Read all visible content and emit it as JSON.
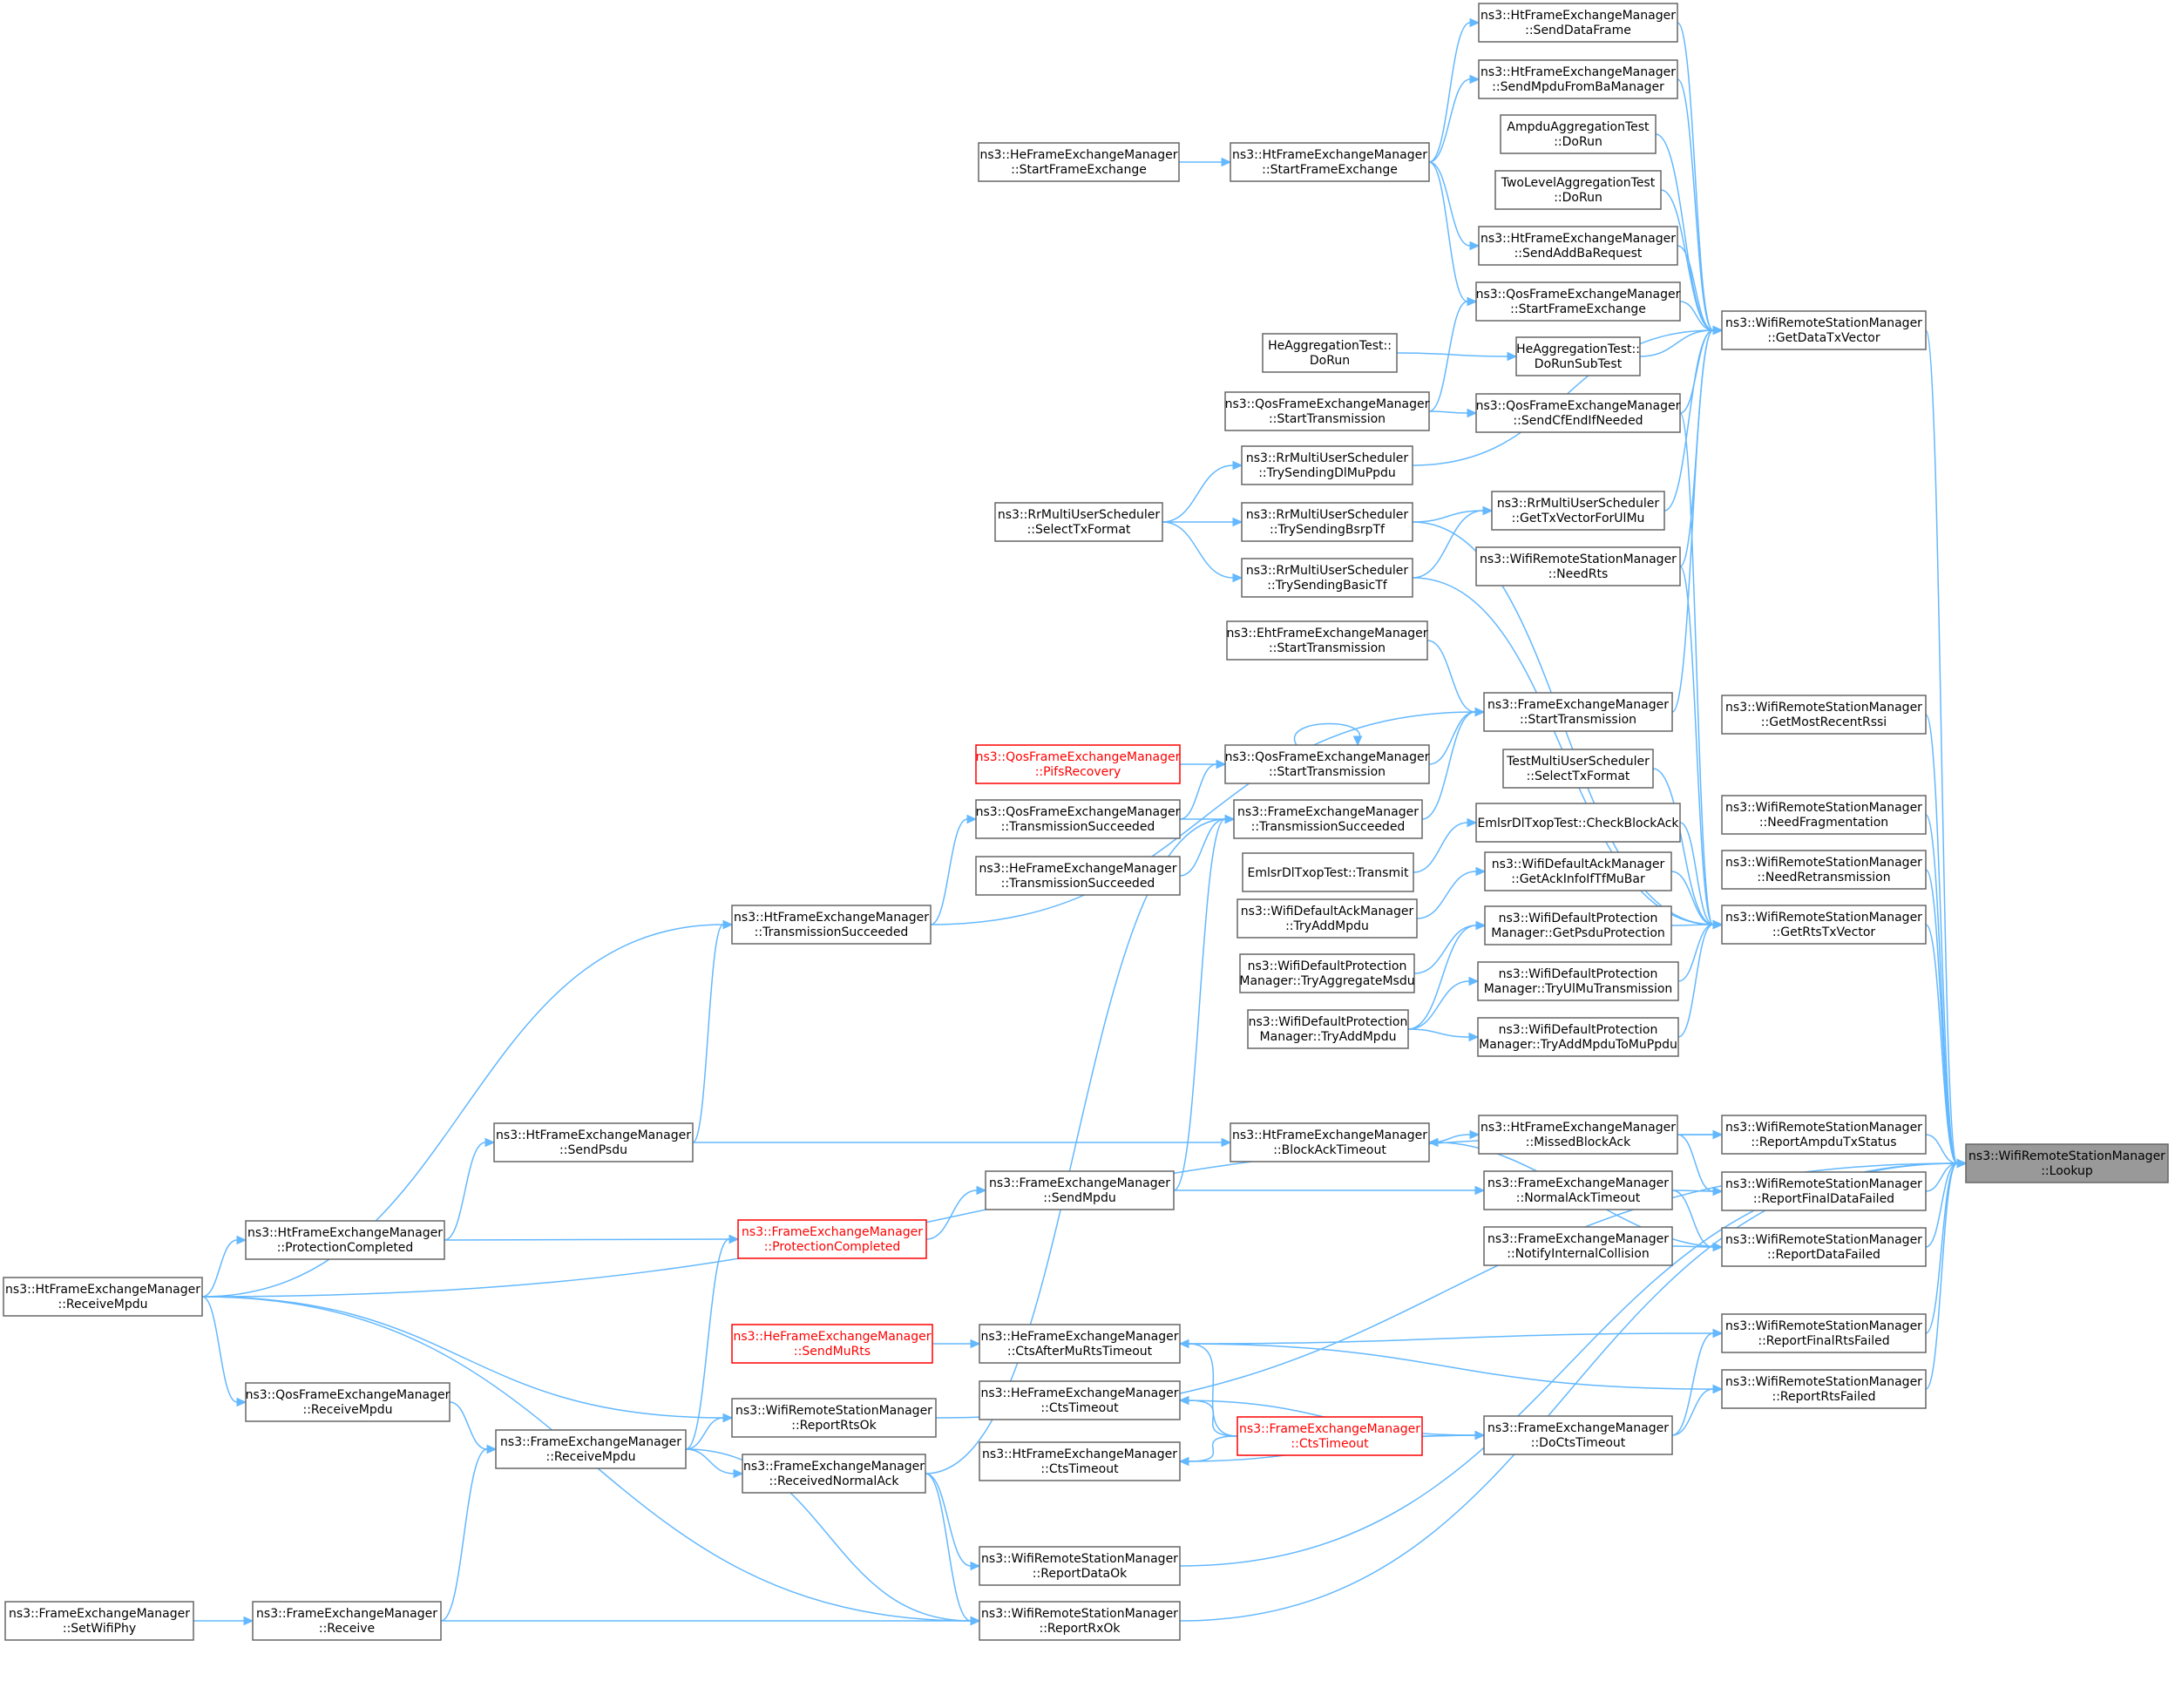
{
  "graph": {
    "nodes": [
      {
        "id": "lookup",
        "lines": [
          "ns3::WifiRemoteStationManager",
          "::Lookup"
        ],
        "style": "root"
      },
      {
        "id": "getDataTxVector",
        "lines": [
          "ns3::WifiRemoteStationManager",
          "::GetDataTxVector"
        ]
      },
      {
        "id": "getMostRecentRssi",
        "lines": [
          "ns3::WifiRemoteStationManager",
          "::GetMostRecentRssi"
        ]
      },
      {
        "id": "needFragmentation",
        "lines": [
          "ns3::WifiRemoteStationManager",
          "::NeedFragmentation"
        ]
      },
      {
        "id": "needRetransmission",
        "lines": [
          "ns3::WifiRemoteStationManager",
          "::NeedRetransmission"
        ]
      },
      {
        "id": "getRtsTxVector",
        "lines": [
          "ns3::WifiRemoteStationManager",
          "::GetRtsTxVector"
        ]
      },
      {
        "id": "reportAmpduTxStatus",
        "lines": [
          "ns3::WifiRemoteStationManager",
          "::ReportAmpduTxStatus"
        ]
      },
      {
        "id": "reportFinalDataFailed",
        "lines": [
          "ns3::WifiRemoteStationManager",
          "::ReportFinalDataFailed"
        ]
      },
      {
        "id": "reportDataFailed",
        "lines": [
          "ns3::WifiRemoteStationManager",
          "::ReportDataFailed"
        ]
      },
      {
        "id": "reportFinalRtsFailed",
        "lines": [
          "ns3::WifiRemoteStationManager",
          "::ReportFinalRtsFailed"
        ]
      },
      {
        "id": "reportRtsFailed",
        "lines": [
          "ns3::WifiRemoteStationManager",
          "::ReportRtsFailed"
        ]
      },
      {
        "id": "htSendDataFrame",
        "lines": [
          "ns3::HtFrameExchangeManager",
          "::SendDataFrame"
        ]
      },
      {
        "id": "htSendMpduFromBa",
        "lines": [
          "ns3::HtFrameExchangeManager",
          "::SendMpduFromBaManager"
        ]
      },
      {
        "id": "ampduAggTest",
        "lines": [
          "AmpduAggregationTest",
          "::DoRun"
        ]
      },
      {
        "id": "twoLevelAggTest",
        "lines": [
          "TwoLevelAggregationTest",
          "::DoRun"
        ]
      },
      {
        "id": "htSendAddBa",
        "lines": [
          "ns3::HtFrameExchangeManager",
          "::SendAddBaRequest"
        ]
      },
      {
        "id": "qosStartFrameExchange",
        "lines": [
          "ns3::QosFrameExchangeManager",
          "::StartFrameExchange"
        ]
      },
      {
        "id": "heAggDoRunSubTest",
        "lines": [
          "HeAggregationTest::",
          "DoRunSubTest"
        ]
      },
      {
        "id": "qosSendCfEnd",
        "lines": [
          "ns3::QosFrameExchangeManager",
          "::SendCfEndIfNeeded"
        ]
      },
      {
        "id": "rrGetTxVectorForUlMu",
        "lines": [
          "ns3::RrMultiUserScheduler",
          "::GetTxVectorForUlMu"
        ]
      },
      {
        "id": "needRts",
        "lines": [
          "ns3::WifiRemoteStationManager",
          "::NeedRts"
        ]
      },
      {
        "id": "feStartTransmission",
        "lines": [
          "ns3::FrameExchangeManager",
          "::StartTransmission"
        ]
      },
      {
        "id": "testMuSelectTxFormat",
        "lines": [
          "TestMultiUserScheduler",
          "::SelectTxFormat"
        ]
      },
      {
        "id": "emlsrCheckBlockAck",
        "lines": [
          "EmlsrDlTxopTest::CheckBlockAck"
        ]
      },
      {
        "id": "ackGetAckInfo",
        "lines": [
          "ns3::WifiDefaultAckManager",
          "::GetAckInfoIfTfMuBar"
        ]
      },
      {
        "id": "protGetPsduProt",
        "lines": [
          "ns3::WifiDefaultProtection",
          "Manager::GetPsduProtection"
        ]
      },
      {
        "id": "protTryUlMu",
        "lines": [
          "ns3::WifiDefaultProtection",
          "Manager::TryUlMuTransmission"
        ]
      },
      {
        "id": "protTryAddMpduToMu",
        "lines": [
          "ns3::WifiDefaultProtection",
          "Manager::TryAddMpduToMuPpdu"
        ]
      },
      {
        "id": "htMissedBlockAck",
        "lines": [
          "ns3::HtFrameExchangeManager",
          "::MissedBlockAck"
        ]
      },
      {
        "id": "feNormalAckTimeout",
        "lines": [
          "ns3::FrameExchangeManager",
          "::NormalAckTimeout"
        ]
      },
      {
        "id": "feNotifyInternalCollision",
        "lines": [
          "ns3::FrameExchangeManager",
          "::NotifyInternalCollision"
        ]
      },
      {
        "id": "feDoCtsTimeout",
        "lines": [
          "ns3::FrameExchangeManager",
          "::DoCtsTimeout"
        ]
      },
      {
        "id": "htStartFrameExchange",
        "lines": [
          "ns3::HtFrameExchangeManager",
          "::StartFrameExchange"
        ]
      },
      {
        "id": "heAggDoRun",
        "lines": [
          "HeAggregationTest::",
          "DoRun"
        ]
      },
      {
        "id": "qosStartTransmissionA",
        "lines": [
          "ns3::QosFrameExchangeManager",
          "::StartTransmission"
        ]
      },
      {
        "id": "rrTrySendingDlMu",
        "lines": [
          "ns3::RrMultiUserScheduler",
          "::TrySendingDlMuPpdu"
        ]
      },
      {
        "id": "rrTrySendingBsrp",
        "lines": [
          "ns3::RrMultiUserScheduler",
          "::TrySendingBsrpTf"
        ]
      },
      {
        "id": "rrTrySendingBasic",
        "lines": [
          "ns3::RrMultiUserScheduler",
          "::TrySendingBasicTf"
        ]
      },
      {
        "id": "ehtStartTransmission",
        "lines": [
          "ns3::EhtFrameExchangeManager",
          "::StartTransmission"
        ]
      },
      {
        "id": "qosStartTransmissionB",
        "lines": [
          "ns3::QosFrameExchangeManager",
          "::StartTransmission"
        ]
      },
      {
        "id": "feTransmissionSucceeded",
        "lines": [
          "ns3::FrameExchangeManager",
          "::TransmissionSucceeded"
        ]
      },
      {
        "id": "emlsrTransmit",
        "lines": [
          "EmlsrDlTxopTest::Transmit"
        ]
      },
      {
        "id": "ackTryAddMpdu",
        "lines": [
          "ns3::WifiDefaultAckManager",
          "::TryAddMpdu"
        ]
      },
      {
        "id": "protTryAggMsdu",
        "lines": [
          "ns3::WifiDefaultProtection",
          "Manager::TryAggregateMsdu"
        ]
      },
      {
        "id": "protTryAddMpdu",
        "lines": [
          "ns3::WifiDefaultProtection",
          "Manager::TryAddMpdu"
        ]
      },
      {
        "id": "htBlockAckTimeout",
        "lines": [
          "ns3::HtFrameExchangeManager",
          "::BlockAckTimeout"
        ]
      },
      {
        "id": "heCtsAfterMuRts",
        "lines": [
          "ns3::HeFrameExchangeManager",
          "::CtsAfterMuRtsTimeout"
        ]
      },
      {
        "id": "heCtsTimeout",
        "lines": [
          "ns3::HeFrameExchangeManager",
          "::CtsTimeout"
        ]
      },
      {
        "id": "feCtsTimeout",
        "lines": [
          "ns3::FrameExchangeManager",
          "::CtsTimeout"
        ],
        "style": "red"
      },
      {
        "id": "htCtsTimeout",
        "lines": [
          "ns3::HtFrameExchangeManager",
          "::CtsTimeout"
        ]
      },
      {
        "id": "heStartFrameExchange",
        "lines": [
          "ns3::HeFrameExchangeManager",
          "::StartFrameExchange"
        ]
      },
      {
        "id": "rrSelectTxFormat",
        "lines": [
          "ns3::RrMultiUserScheduler",
          "::SelectTxFormat"
        ]
      },
      {
        "id": "qosPifsRecovery",
        "lines": [
          "ns3::QosFrameExchangeManager",
          "::PifsRecovery"
        ],
        "style": "red"
      },
      {
        "id": "qosTransmissionSucceeded",
        "lines": [
          "ns3::QosFrameExchangeManager",
          "::TransmissionSucceeded"
        ]
      },
      {
        "id": "heTransmissionSucceeded",
        "lines": [
          "ns3::HeFrameExchangeManager",
          "::TransmissionSucceeded"
        ]
      },
      {
        "id": "htTransmissionSucceeded",
        "lines": [
          "ns3::HtFrameExchangeManager",
          "::TransmissionSucceeded"
        ]
      },
      {
        "id": "feSendMpdu",
        "lines": [
          "ns3::FrameExchangeManager",
          "::SendMpdu"
        ]
      },
      {
        "id": "feProtectionCompleted",
        "lines": [
          "ns3::FrameExchangeManager",
          "::ProtectionCompleted"
        ],
        "style": "red"
      },
      {
        "id": "heSendMuRts",
        "lines": [
          "ns3::HeFrameExchangeManager",
          "::SendMuRts"
        ],
        "style": "red"
      },
      {
        "id": "reportRtsOk",
        "lines": [
          "ns3::WifiRemoteStationManager",
          "::ReportRtsOk"
        ]
      },
      {
        "id": "feReceivedNormalAck",
        "lines": [
          "ns3::FrameExchangeManager",
          "::ReceivedNormalAck"
        ]
      },
      {
        "id": "reportDataOk",
        "lines": [
          "ns3::WifiRemoteStationManager",
          "::ReportDataOk"
        ]
      },
      {
        "id": "reportRxOk",
        "lines": [
          "ns3::WifiRemoteStationManager",
          "::ReportRxOk"
        ]
      },
      {
        "id": "htSendPsdu",
        "lines": [
          "ns3::HtFrameExchangeManager",
          "::SendPsdu"
        ]
      },
      {
        "id": "htProtectionCompleted",
        "lines": [
          "ns3::HtFrameExchangeManager",
          "::ProtectionCompleted"
        ]
      },
      {
        "id": "qosReceiveMpdu",
        "lines": [
          "ns3::QosFrameExchangeManager",
          "::ReceiveMpdu"
        ]
      },
      {
        "id": "feReceiveMpdu",
        "lines": [
          "ns3::FrameExchangeManager",
          "::ReceiveMpdu"
        ]
      },
      {
        "id": "feReceive",
        "lines": [
          "ns3::FrameExchangeManager",
          "::Receive"
        ]
      },
      {
        "id": "htReceiveMpdu",
        "lines": [
          "ns3::HtFrameExchangeManager",
          "::ReceiveMpdu"
        ]
      },
      {
        "id": "feSetWifiPhy",
        "lines": [
          "ns3::FrameExchangeManager",
          "::SetWifiPhy"
        ]
      }
    ],
    "edges": [
      [
        "getDataTxVector",
        "lookup"
      ],
      [
        "getMostRecentRssi",
        "lookup"
      ],
      [
        "needFragmentation",
        "lookup"
      ],
      [
        "needRetransmission",
        "lookup"
      ],
      [
        "getRtsTxVector",
        "lookup"
      ],
      [
        "reportAmpduTxStatus",
        "lookup"
      ],
      [
        "reportFinalDataFailed",
        "lookup"
      ],
      [
        "reportDataFailed",
        "lookup"
      ],
      [
        "reportFinalRtsFailed",
        "lookup"
      ],
      [
        "reportRtsFailed",
        "lookup"
      ],
      [
        "reportRtsOk",
        "lookup"
      ],
      [
        "reportDataOk",
        "lookup"
      ],
      [
        "reportRxOk",
        "lookup"
      ],
      [
        "htSendDataFrame",
        "getDataTxVector"
      ],
      [
        "htSendMpduFromBa",
        "getDataTxVector"
      ],
      [
        "ampduAggTest",
        "getDataTxVector"
      ],
      [
        "twoLevelAggTest",
        "getDataTxVector"
      ],
      [
        "htSendAddBa",
        "getDataTxVector"
      ],
      [
        "qosStartFrameExchange",
        "getDataTxVector"
      ],
      [
        "heAggDoRunSubTest",
        "getDataTxVector"
      ],
      [
        "qosSendCfEnd",
        "getDataTxVector"
      ],
      [
        "rrTrySendingDlMu",
        "getDataTxVector"
      ],
      [
        "rrGetTxVectorForUlMu",
        "getDataTxVector"
      ],
      [
        "needRts",
        "getDataTxVector"
      ],
      [
        "feStartTransmission",
        "getDataTxVector"
      ],
      [
        "qosSendCfEnd",
        "getRtsTxVector"
      ],
      [
        "rrTrySendingBsrp",
        "getRtsTxVector"
      ],
      [
        "needRts",
        "getRtsTxVector"
      ],
      [
        "rrTrySendingBasic",
        "getRtsTxVector"
      ],
      [
        "testMuSelectTxFormat",
        "getRtsTxVector"
      ],
      [
        "emlsrCheckBlockAck",
        "getRtsTxVector"
      ],
      [
        "ackGetAckInfo",
        "getRtsTxVector"
      ],
      [
        "protGetPsduProt",
        "getRtsTxVector"
      ],
      [
        "protTryUlMu",
        "getRtsTxVector"
      ],
      [
        "protTryAddMpduToMu",
        "getRtsTxVector"
      ],
      [
        "htMissedBlockAck",
        "reportAmpduTxStatus"
      ],
      [
        "htMissedBlockAck",
        "reportFinalDataFailed"
      ],
      [
        "feNormalAckTimeout",
        "reportFinalDataFailed"
      ],
      [
        "feNormalAckTimeout",
        "reportDataFailed"
      ],
      [
        "feNotifyInternalCollision",
        "reportDataFailed"
      ],
      [
        "feDoCtsTimeout",
        "reportFinalRtsFailed"
      ],
      [
        "feDoCtsTimeout",
        "reportRtsFailed"
      ],
      [
        "htStartFrameExchange",
        "htSendDataFrame"
      ],
      [
        "htStartFrameExchange",
        "htSendMpduFromBa"
      ],
      [
        "htStartFrameExchange",
        "htSendAddBa"
      ],
      [
        "htStartFrameExchange",
        "qosStartFrameExchange"
      ],
      [
        "qosStartTransmissionA",
        "qosStartFrameExchange"
      ],
      [
        "heAggDoRun",
        "heAggDoRunSubTest"
      ],
      [
        "qosStartTransmissionA",
        "qosSendCfEnd"
      ],
      [
        "rrTrySendingBsrp",
        "rrGetTxVectorForUlMu"
      ],
      [
        "rrTrySendingBasic",
        "rrGetTxVectorForUlMu"
      ],
      [
        "ehtStartTransmission",
        "feStartTransmission"
      ],
      [
        "qosStartTransmissionB",
        "feStartTransmission"
      ],
      [
        "feTransmissionSucceeded",
        "feStartTransmission"
      ],
      [
        "htTransmissionSucceeded",
        "feStartTransmission"
      ],
      [
        "emlsrTransmit",
        "emlsrCheckBlockAck"
      ],
      [
        "ackTryAddMpdu",
        "ackGetAckInfo"
      ],
      [
        "protTryAggMsdu",
        "protGetPsduProt"
      ],
      [
        "protTryAddMpdu",
        "protGetPsduProt"
      ],
      [
        "protTryAddMpdu",
        "protTryUlMu"
      ],
      [
        "protTryAddMpdu",
        "protTryAddMpduToMu"
      ],
      [
        "htBlockAckTimeout",
        "htMissedBlockAck"
      ],
      [
        "feSendMpdu",
        "feNormalAckTimeout"
      ],
      [
        "heCtsAfterMuRts",
        "reportFinalRtsFailed"
      ],
      [
        "heCtsAfterMuRts",
        "reportRtsFailed"
      ],
      [
        "heCtsTimeout",
        "feDoCtsTimeout"
      ],
      [
        "feCtsTimeout",
        "feDoCtsTimeout"
      ],
      [
        "htCtsTimeout",
        "feDoCtsTimeout"
      ],
      [
        "feCtsTimeout",
        "heCtsAfterMuRts"
      ],
      [
        "feCtsTimeout",
        "heCtsTimeout"
      ],
      [
        "feCtsTimeout",
        "htCtsTimeout"
      ],
      [
        "heStartFrameExchange",
        "htStartFrameExchange"
      ],
      [
        "rrSelectTxFormat",
        "rrTrySendingDlMu"
      ],
      [
        "rrSelectTxFormat",
        "rrTrySendingBsrp"
      ],
      [
        "rrSelectTxFormat",
        "rrTrySendingBasic"
      ],
      [
        "qosPifsRecovery",
        "qosStartTransmissionB"
      ],
      [
        "qosTransmissionSucceeded",
        "qosStartTransmissionB"
      ],
      [
        "qosTransmissionSucceeded",
        "feTransmissionSucceeded"
      ],
      [
        "heTransmissionSucceeded",
        "feTransmissionSucceeded"
      ],
      [
        "feSendMpdu",
        "feTransmissionSucceeded"
      ],
      [
        "feReceivedNormalAck",
        "feTransmissionSucceeded"
      ],
      [
        "htTransmissionSucceeded",
        "qosTransmissionSucceeded"
      ],
      [
        "htSendPsdu",
        "htTransmissionSucceeded"
      ],
      [
        "htSendPsdu",
        "htBlockAckTimeout"
      ],
      [
        "feProtectionCompleted",
        "feSendMpdu"
      ],
      [
        "heSendMuRts",
        "heCtsAfterMuRts"
      ],
      [
        "htProtectionCompleted",
        "feProtectionCompleted"
      ],
      [
        "feReceiveMpdu",
        "feProtectionCompleted"
      ],
      [
        "htProtectionCompleted",
        "htSendPsdu"
      ],
      [
        "htReceiveMpdu",
        "htProtectionCompleted"
      ],
      [
        "htReceiveMpdu",
        "htTransmissionSucceeded"
      ],
      [
        "htReceiveMpdu",
        "reportAmpduTxStatus"
      ],
      [
        "htReceiveMpdu",
        "reportRtsOk"
      ],
      [
        "htReceiveMpdu",
        "reportRxOk"
      ],
      [
        "htReceiveMpdu",
        "qosReceiveMpdu"
      ],
      [
        "qosReceiveMpdu",
        "feReceiveMpdu"
      ],
      [
        "feReceiveMpdu",
        "reportRtsOk"
      ],
      [
        "feReceiveMpdu",
        "feReceivedNormalAck"
      ],
      [
        "feReceiveMpdu",
        "reportRxOk"
      ],
      [
        "feReceivedNormalAck",
        "reportDataOk"
      ],
      [
        "feReceivedNormalAck",
        "reportRxOk"
      ],
      [
        "feReceive",
        "reportRxOk"
      ],
      [
        "feReceive",
        "feReceiveMpdu"
      ],
      [
        "feSetWifiPhy",
        "feReceive"
      ],
      [
        "reportDataFailed",
        "htBlockAckTimeout"
      ],
      [
        "qosStartTransmissionB",
        "qosStartTransmissionB"
      ]
    ]
  }
}
